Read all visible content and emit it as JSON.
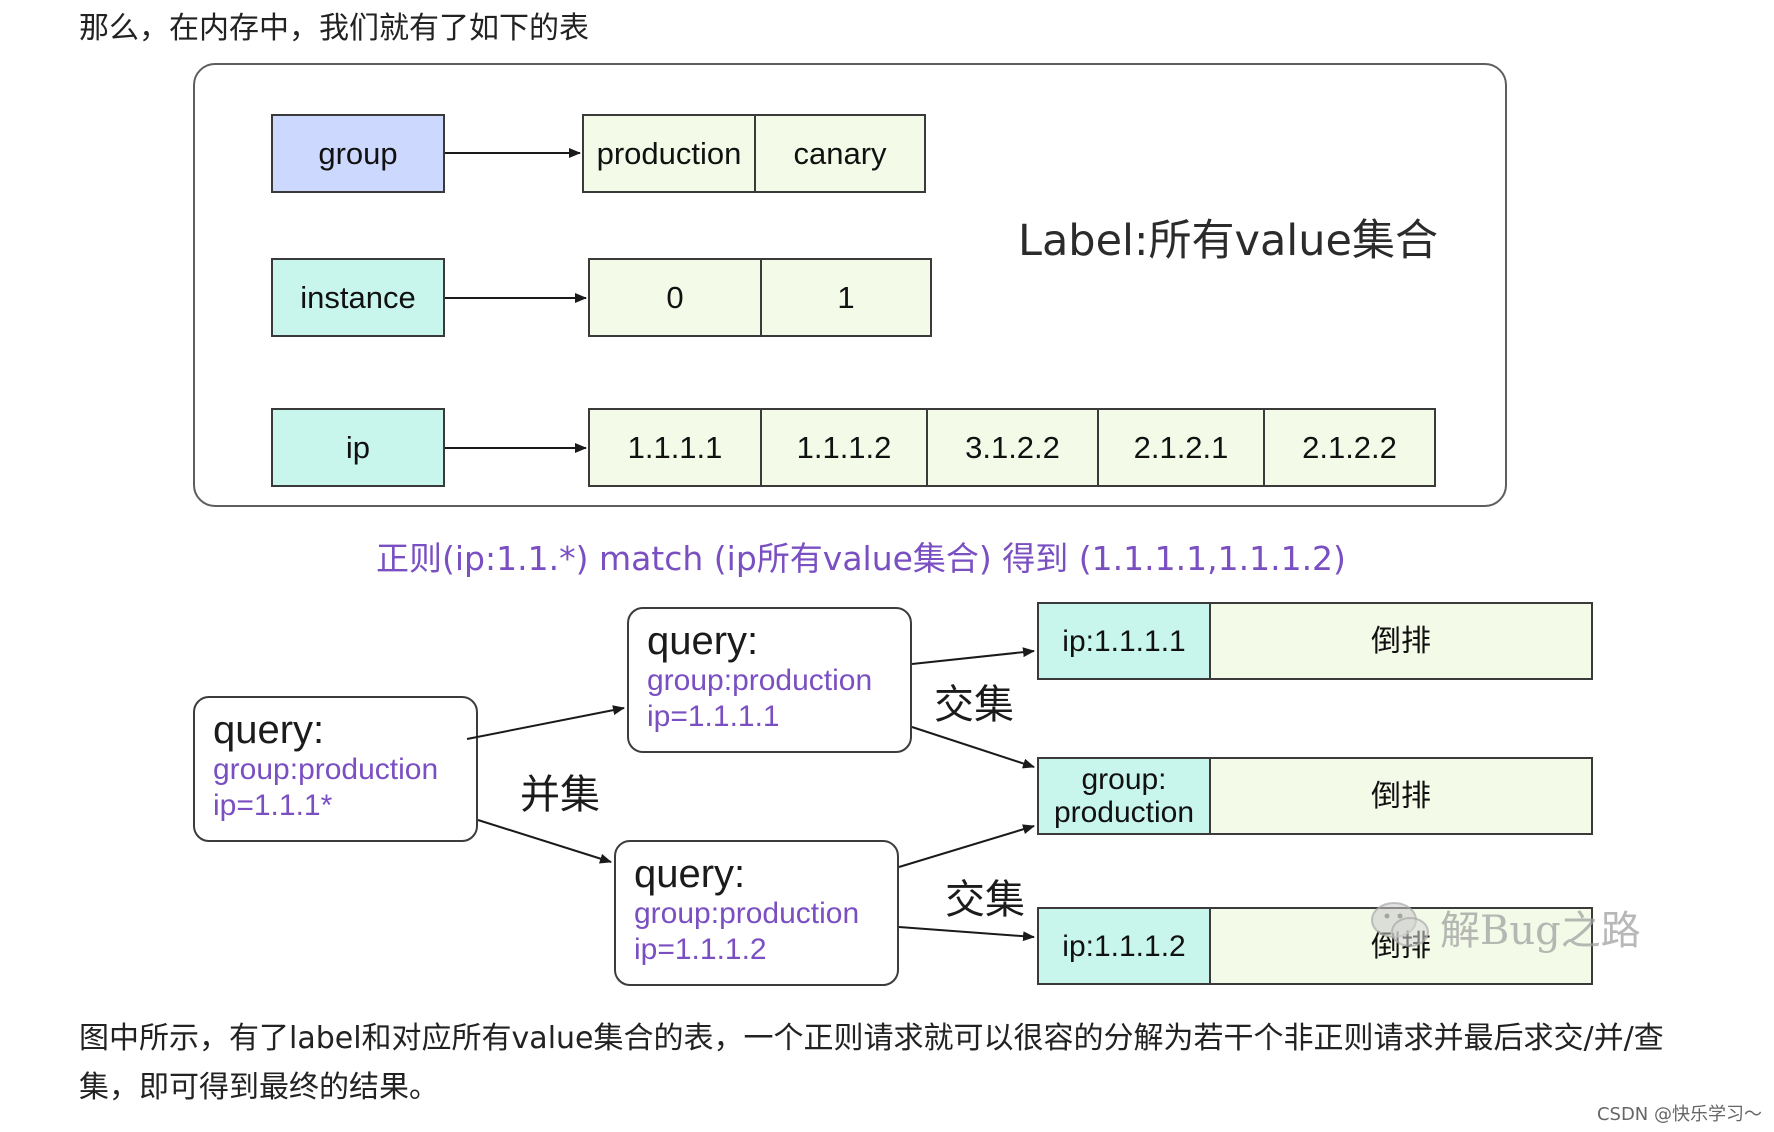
{
  "intro_text": "那么，在内存中，我们就有了如下的表",
  "diagram_top": {
    "labels": {
      "group": "group",
      "instance": "instance",
      "ip": "ip"
    },
    "group_values": [
      "production",
      "canary"
    ],
    "instance_values": [
      "0",
      "1"
    ],
    "ip_values": [
      "1.1.1.1",
      "1.1.1.2",
      "3.1.2.2",
      "2.1.2.1",
      "2.1.2.2"
    ],
    "caption": "Label:所有value集合"
  },
  "regex_caption": "正则(ip:1.1.*)  match (ip所有value集合) 得到 (1.1.1.1,1.1.1.2)",
  "diagram_bottom": {
    "root_query": {
      "title": "query:",
      "line1": "group:production",
      "line2": "ip=1.1.1*"
    },
    "upper_query": {
      "title": "query:",
      "line1": "group:production",
      "line2": "ip=1.1.1.1"
    },
    "lower_query": {
      "title": "query:",
      "line1": "group:production",
      "line2": "ip=1.1.1.2"
    },
    "union_label": "并集",
    "intersect_label_upper": "交集",
    "intersect_label_lower": "交集",
    "index_rows": [
      {
        "key": "ip:1.1.1.1",
        "value": "倒排"
      },
      {
        "key": "group:\nproduction",
        "value": "倒排"
      },
      {
        "key": "ip:1.1.1.2",
        "value": "倒排"
      }
    ]
  },
  "watermark": "解Bug之路",
  "outro_text": "图中所示，有了label和对应所有value集合的表，一个正则请求就可以很容的分解为若干个非正则请求并最后求交/并/查集，即可得到最终的结果。",
  "credit": "CSDN @快乐学习～",
  "colors": {
    "group_fill": "#cdd8ff",
    "mint_fill": "#c8f6ec",
    "value_fill": "#f4fae8",
    "purple_text": "#7a4fc2"
  }
}
